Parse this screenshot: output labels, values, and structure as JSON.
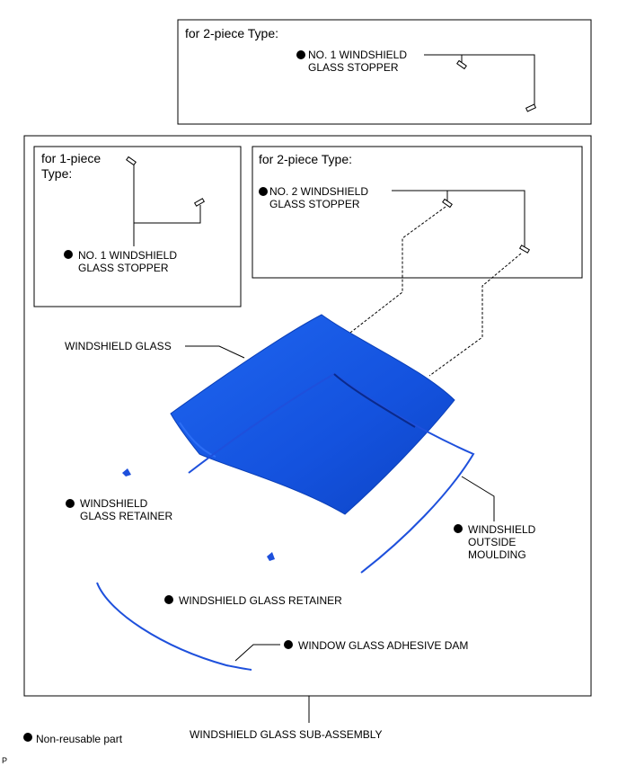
{
  "box_top": {
    "header": "for 2-piece Type:",
    "label_line1": "NO. 1 WINDSHIELD",
    "label_line2": "GLASS STOPPER"
  },
  "box_1piece": {
    "header_line1": "for 1-piece",
    "header_line2": "Type:",
    "label_line1": "NO. 1 WINDSHIELD",
    "label_line2": "GLASS STOPPER"
  },
  "box_2piece": {
    "header": "for 2-piece Type:",
    "label_line1": "NO. 2 WINDSHIELD",
    "label_line2": "GLASS STOPPER"
  },
  "labels": {
    "windshield_glass": "WINDSHIELD GLASS",
    "retainer_left_line1": "WINDSHIELD",
    "retainer_left_line2": "GLASS RETAINER",
    "moulding_line1": "WINDSHIELD",
    "moulding_line2": "OUTSIDE",
    "moulding_line3": "MOULDING",
    "retainer_center": "WINDSHIELD GLASS RETAINER",
    "adhesive_dam": "WINDOW GLASS ADHESIVE DAM",
    "sub_assembly": "WINDSHIELD GLASS SUB-ASSEMBLY",
    "legend": "Non-reusable part",
    "corner_mark": "P"
  },
  "colors": {
    "glass_fill": "#1a5ce6",
    "glass_edge": "#0b3fb8",
    "moulding": "#1e50dc"
  }
}
